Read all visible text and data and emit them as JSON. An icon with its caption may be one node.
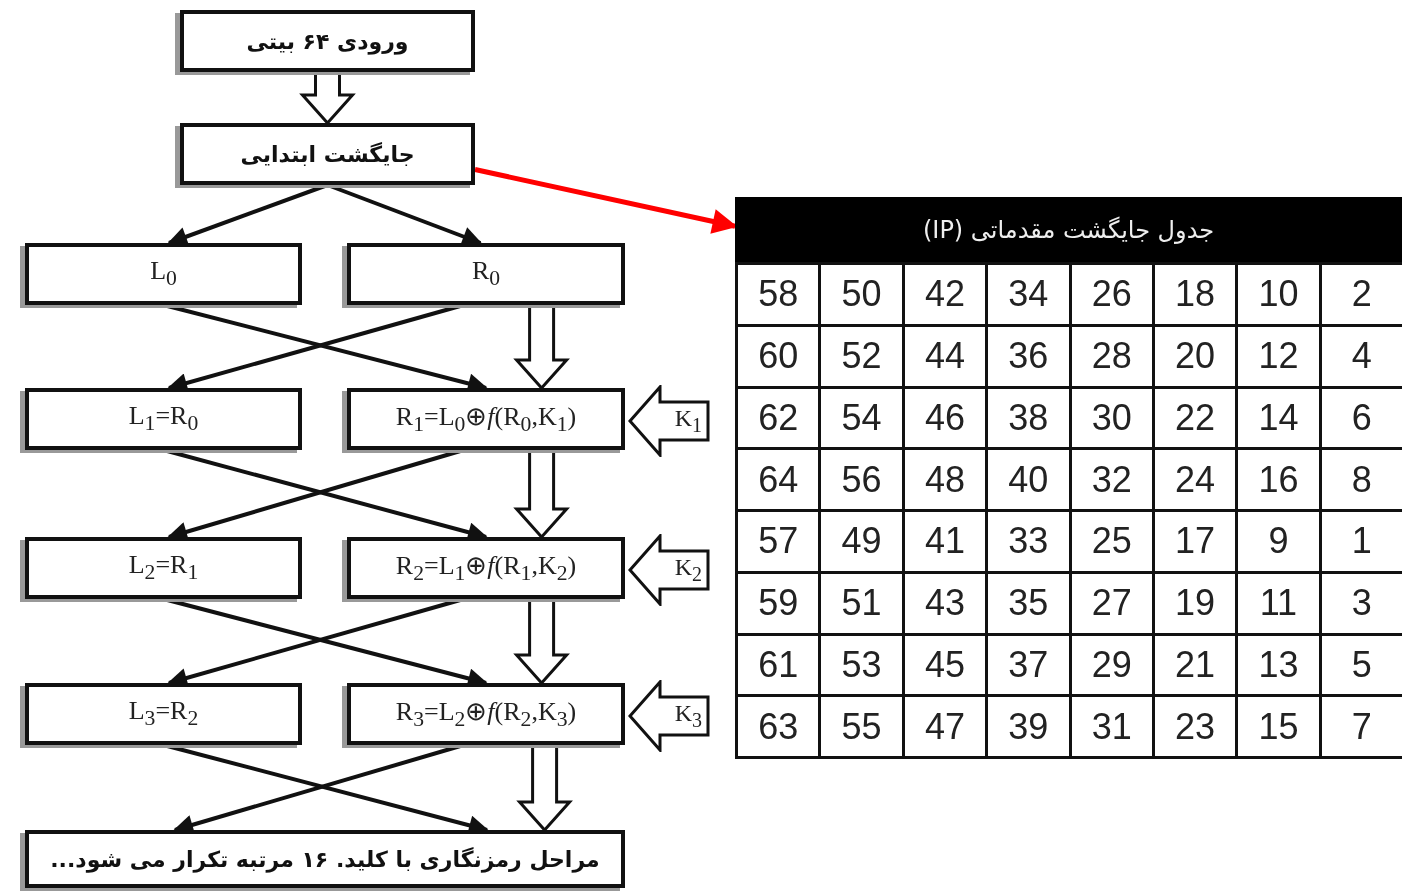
{
  "diagram": {
    "nodes": [
      {
        "text": [
          "ورودی ۶۴ بیتی"
        ]
      },
      {
        "text": [
          "جایگشت ابتدایی"
        ]
      },
      {
        "text": [
          "L$_{0}$"
        ]
      },
      {
        "text": [
          "R$_{0}$"
        ]
      },
      {
        "text": [
          "L$_{1}$=R$_{0}$"
        ]
      },
      {
        "text": [
          "R$_{1}$=L$_{0}$⊕*f*(R$_{0}$,K$_{1}$)"
        ]
      },
      {
        "text": [
          "K$_{1}$"
        ]
      },
      {
        "text": [
          "L$_{2}$=R$_{1}$"
        ]
      },
      {
        "text": [
          "R$_{2}$=L$_{1}$⊕*f*(R$_{1}$,K$_{2}$)"
        ]
      },
      {
        "text": [
          "K$_{2}$"
        ]
      },
      {
        "text": [
          "L$_{3}$=R$_{2}$"
        ]
      },
      {
        "text": [
          "R$_{3}$=L$_{2}$⊕*f*(R$_{2}$,K$_{3}$)"
        ]
      },
      {
        "text": [
          "K$_{3}$"
        ]
      },
      {
        "text": [
          "مراحل رمزنگاری با کلید. ۱۶ مرتبه تکرار می شود..."
        ]
      },
      {
        "text": [
          "جدول جایگشت مقدماتی (IP)"
        ]
      }
    ],
    "edges": [
      {
        "from": 0,
        "to": 1,
        "arrow": "to",
        "style": "thick"
      },
      {
        "from": 1,
        "to": 2,
        "arrow": "to"
      },
      {
        "from": 1,
        "to": 3,
        "arrow": "to"
      },
      {
        "from": 2,
        "to": 5,
        "arrow": "to"
      },
      {
        "from": 3,
        "to": 4,
        "arrow": "to"
      },
      {
        "from": 3,
        "to": 5,
        "arrow": "to",
        "style": "thick"
      },
      {
        "from": 4,
        "to": 8,
        "arrow": "to"
      },
      {
        "from": 5,
        "to": 7,
        "arrow": "to"
      },
      {
        "from": 5,
        "to": 8,
        "arrow": "to",
        "style": "thick"
      },
      {
        "from": 7,
        "to": 11,
        "arrow": "to"
      },
      {
        "from": 8,
        "to": 10,
        "arrow": "to"
      },
      {
        "from": 8,
        "to": 11,
        "arrow": "to",
        "style": "thick"
      },
      {
        "from": 10,
        "to": 13,
        "arrow": "to"
      },
      {
        "from": 11,
        "to": 13,
        "arrow": "to"
      },
      {
        "from": 11,
        "to": 13,
        "arrow": "to",
        "style": "thick"
      },
      {
        "from": 1,
        "to": 14,
        "arrow": "to",
        "color": "#ff0000"
      }
    ],
    "labels": [
      "58",
      "50",
      "42",
      "34",
      "26",
      "18",
      "10",
      "2",
      "60",
      "52",
      "44",
      "36",
      "28",
      "20",
      "12",
      "4",
      "62",
      "54",
      "46",
      "38",
      "30",
      "22",
      "14",
      "6",
      "64",
      "56",
      "48",
      "40",
      "32",
      "24",
      "16",
      "8",
      "57",
      "49",
      "41",
      "33",
      "25",
      "17",
      "9",
      "1",
      "59",
      "51",
      "43",
      "35",
      "27",
      "19",
      "11",
      "3",
      "61",
      "53",
      "45",
      "37",
      "29",
      "21",
      "13",
      "5",
      "63",
      "55",
      "47",
      "39",
      "31",
      "23",
      "15",
      "7"
    ]
  }
}
